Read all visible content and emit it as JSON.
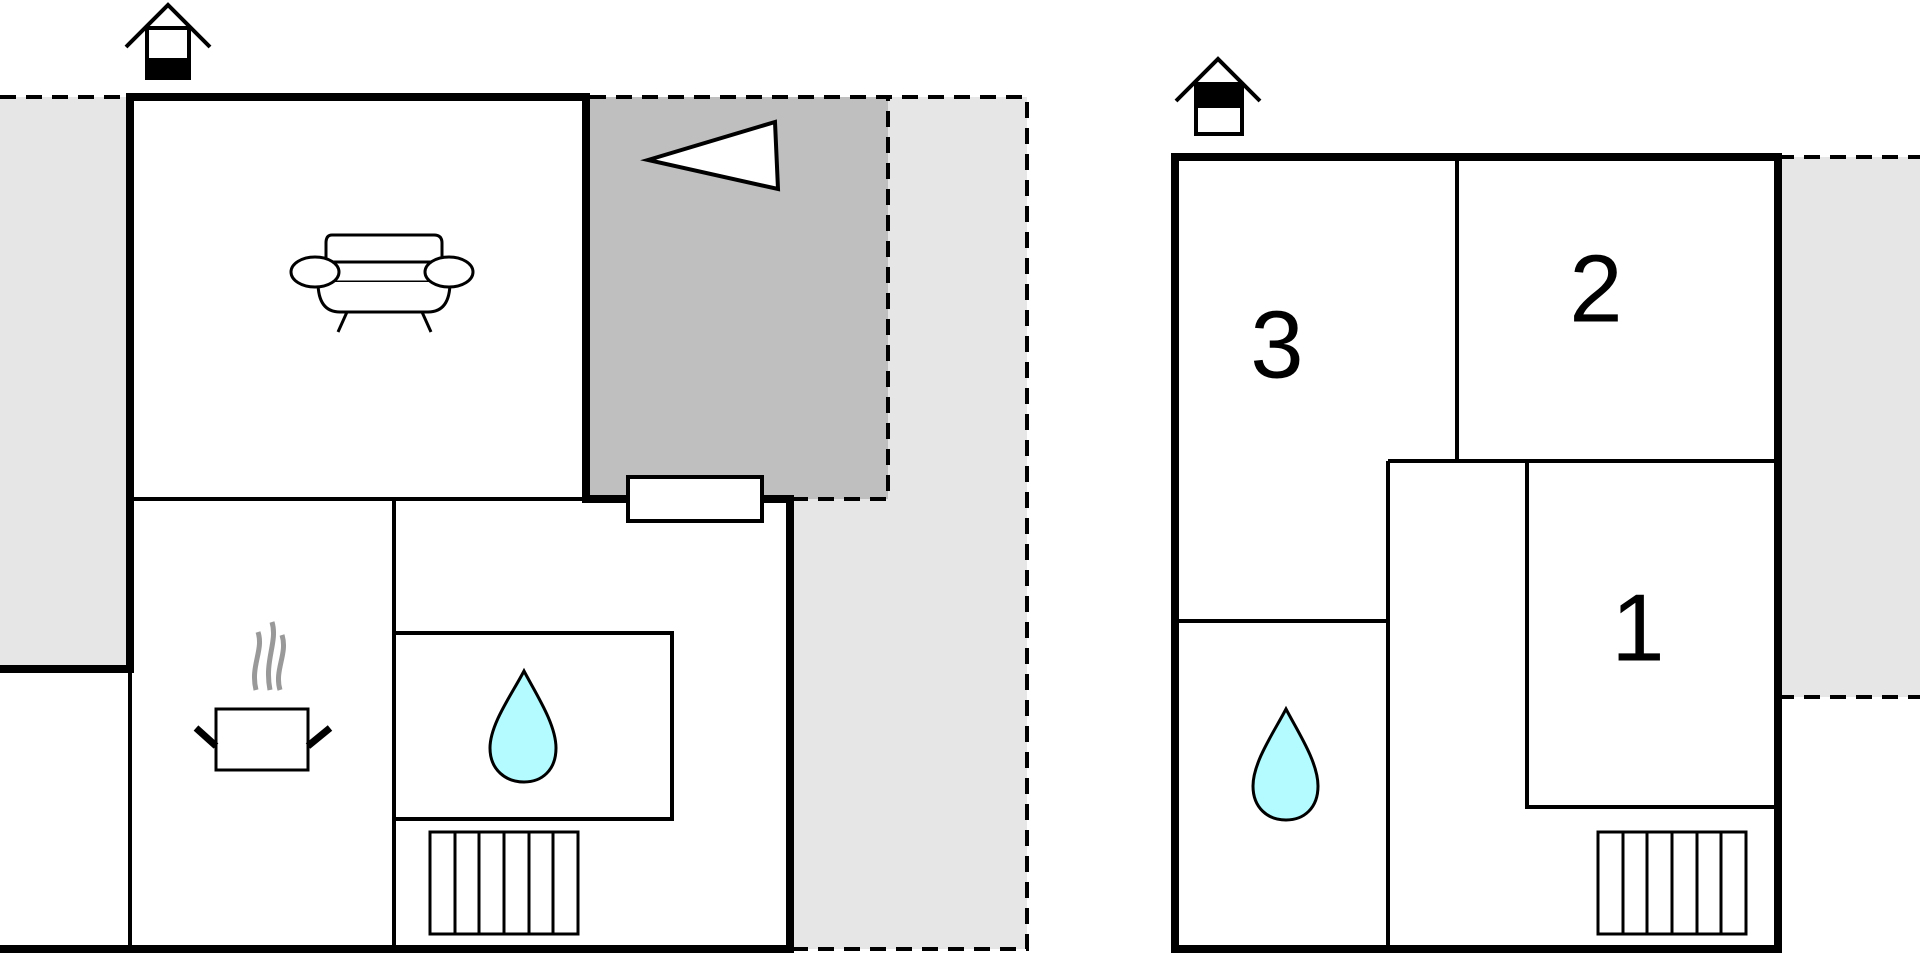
{
  "floors": [
    {
      "id": "ground-floor",
      "level_icon": "house-level-ground-icon",
      "rooms": [
        {
          "id": "living-room",
          "icon": "sofa-icon"
        },
        {
          "id": "terrace",
          "icon": "terrace-triangle-icon"
        },
        {
          "id": "kitchen",
          "icon": "cooking-pot-icon"
        },
        {
          "id": "bathroom",
          "icon": "water-drop-icon"
        },
        {
          "id": "sauna",
          "icon": "sauna-bench-icon"
        }
      ]
    },
    {
      "id": "upper-floor",
      "level_icon": "house-level-upper-icon",
      "rooms": [
        {
          "id": "bedroom-3",
          "label": "3"
        },
        {
          "id": "bedroom-2",
          "label": "2"
        },
        {
          "id": "bedroom-1",
          "label": "1"
        },
        {
          "id": "bathroom-upper",
          "icon": "water-drop-icon"
        },
        {
          "id": "sauna-upper",
          "icon": "sauna-bench-icon"
        }
      ]
    }
  ],
  "colors": {
    "wall": "#000000",
    "outdoor_area": "#e6e6e6",
    "terrace": "#bfbfbf",
    "water": "#b3fbff",
    "steam": "#999999"
  }
}
